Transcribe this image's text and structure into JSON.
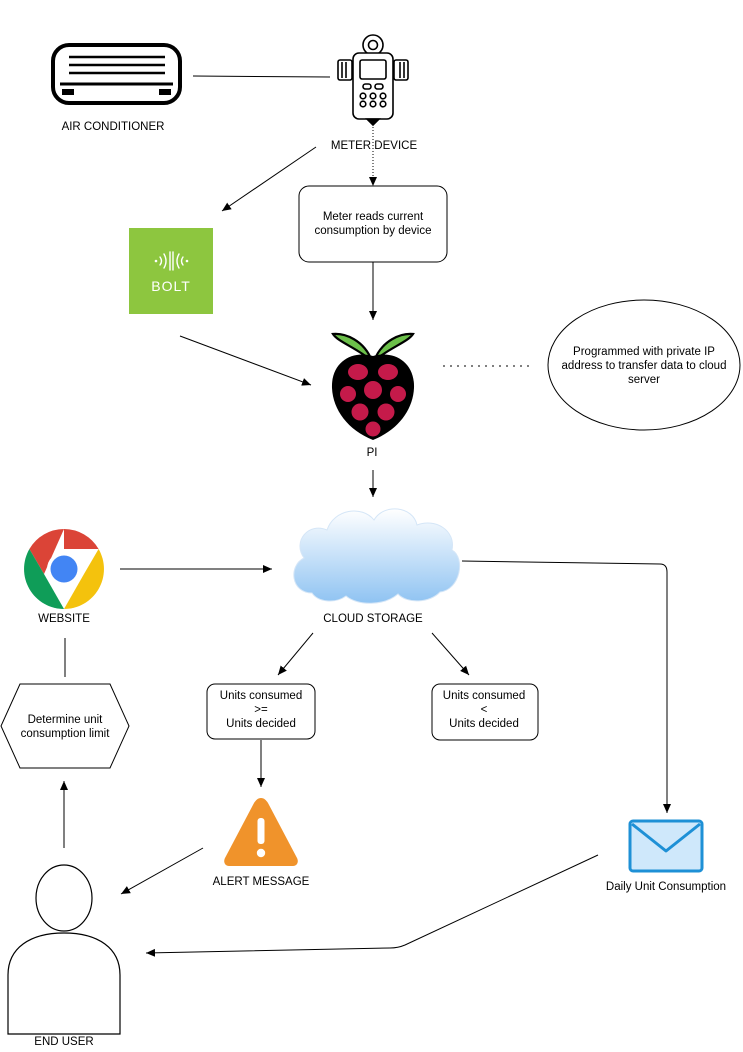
{
  "labels": {
    "air_conditioner": "AIR CONDITIONER",
    "meter_device": "METER DEVICE",
    "meter_reads": [
      "Meter reads current",
      "consumption by device"
    ],
    "bolt": "BOLT",
    "pi": "PI",
    "programmed": [
      "Programmed with private IP",
      "address to transfer data to cloud",
      "server"
    ],
    "website": "WEBSITE",
    "cloud_storage": "CLOUD STORAGE",
    "units_ge": [
      "Units consumed",
      ">=",
      "Units decided"
    ],
    "units_lt": [
      "Units consumed",
      "<",
      "Units decided"
    ],
    "determine_limit": [
      "Determine unit",
      "consumption limit"
    ],
    "alert_message": "ALERT MESSAGE",
    "daily_unit": "Daily Unit Consumption",
    "end_user": "END USER"
  },
  "colors": {
    "bolt_green": "#8dc63f",
    "pi_green": "#6cc04a",
    "pi_red": "#c51a4a",
    "alert_orange": "#f0932b",
    "mail_blue": "#1e90d6",
    "mail_fill": "#cfe8fb",
    "cloud_blue": "#9fccf5"
  },
  "icons": [
    "air-conditioner-icon",
    "meter-device-icon",
    "bolt-logo",
    "raspberry-pi-icon",
    "chrome-icon",
    "cloud-icon",
    "alert-icon",
    "mail-icon",
    "user-icon"
  ]
}
